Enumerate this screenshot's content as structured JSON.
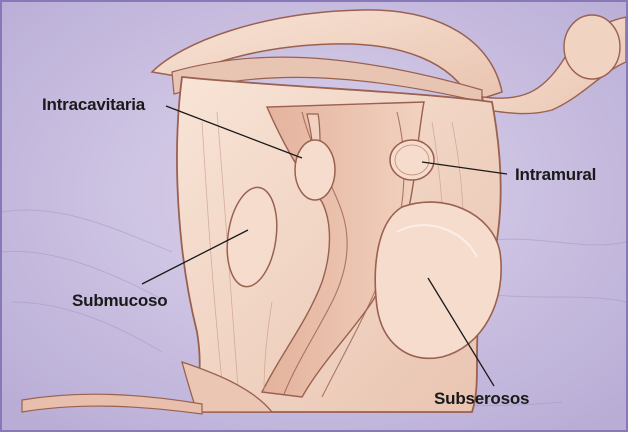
{
  "labels": {
    "intracavitaria": "Intracavitaria",
    "intramural": "Intramural",
    "submucoso": "Submucoso",
    "subserosos": "Subserosos"
  },
  "colors": {
    "background": "#cdc4e0",
    "border": "#8878b8",
    "tissue": "#f3d8c8",
    "tissue_shadow": "#e6b9a4",
    "outline": "#9a6050",
    "leader_line": "#1a1a1a",
    "label_text": "#1a1a1a"
  }
}
